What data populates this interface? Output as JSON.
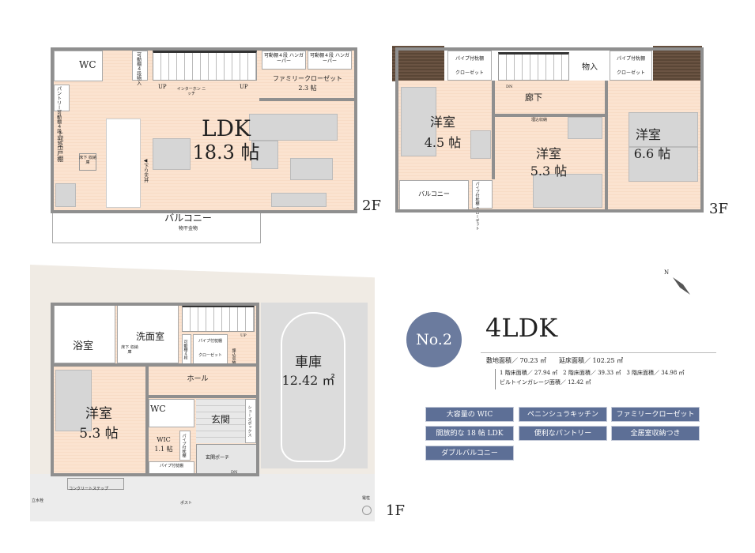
{
  "plan_no": "No.2",
  "layout_type": "4LDK",
  "areas": {
    "site": "敷地面積／ 70.23 ㎡",
    "total": "延床面積／ 102.25 ㎡",
    "floors": "1 階床面積／ 27.94 ㎡　2 階床面積／ 39.33 ㎡　3 階床面積／ 34.98 ㎡",
    "garage": "ビルトインガレージ面積／ 12.42 ㎡"
  },
  "features": [
    "大容量の WIC",
    "ペニンシュラキッチン",
    "ファミリークローゼット",
    "開放的な 18 帖 LDK",
    "便利なパントリー",
    "全居室収納つき",
    "ダブルバルコニー"
  ],
  "colors": {
    "accent": "#5d6f96",
    "circle": "#6b7b9e",
    "wall": "#8f8f8f",
    "floor": "#f9dfca"
  },
  "floor2": {
    "label": "2F",
    "wc": "WC",
    "storage": "可動棚４段物入",
    "pantry": "パントリー可動棚４段",
    "hanger1": "可動棚４段 ハンガーパー",
    "hanger2": "可動棚４段 ハンガーパー",
    "family_closet": "ファミリークローゼット",
    "family_closet_size": "2.3 帖",
    "up1": "UP",
    "up2": "UP",
    "intercom": "インターホン ニッチ",
    "upper_cabinet": "上部吊戸棚",
    "floor_storage": "床下 収納庫",
    "ceiling": "◀下り天井",
    "ldk": "LDK",
    "ldk_size": "18.3 帖",
    "balcony": "バルコニー",
    "drying": "物干金物"
  },
  "floor3": {
    "label": "3F",
    "closet_a_top": "パイプ付枕棚",
    "closet_a": "クローゼット",
    "dn": "DN",
    "storage": "物入",
    "closet_b_top": "パイプ付枕棚",
    "closet_b": "クローゼット",
    "hall": "廊下",
    "built_in": "埋込収納",
    "room_a": "洋室",
    "room_a_size": "4.5 帖",
    "room_b": "洋室",
    "room_b_size": "5.3 帖",
    "room_c": "洋室",
    "room_c_size": "6.6 帖",
    "balcony": "バルコニー",
    "small_closet": "パイプ付枕棚 クローゼット"
  },
  "floor1": {
    "label": "1F",
    "bath": "浴室",
    "washroom": "洗面室",
    "floor_storage": "床下 収納庫",
    "shelf": "可動棚４段",
    "closet_top": "パイプ付枕棚",
    "closet": "クローゼット",
    "up": "UP",
    "built_in": "埋込収納",
    "hall": "ホール",
    "garage": "車庫",
    "garage_size": "12.42 ㎡",
    "room": "洋室",
    "room_size": "5.3 帖",
    "wc": "WC",
    "entrance": "玄関",
    "shoe_box": "シューズボックス",
    "wic": "WIC",
    "wic_size": "1.1 帖",
    "wic_pipe": "パイプ付枕棚",
    "wic_pipe2": "パイプ付枕棚",
    "porch": "玄関ポーチ",
    "dn": "DN",
    "step": "コンクリートステップ",
    "faucet": "立水栓",
    "post": "ポスト",
    "pole": "電柱"
  },
  "compass": "N"
}
